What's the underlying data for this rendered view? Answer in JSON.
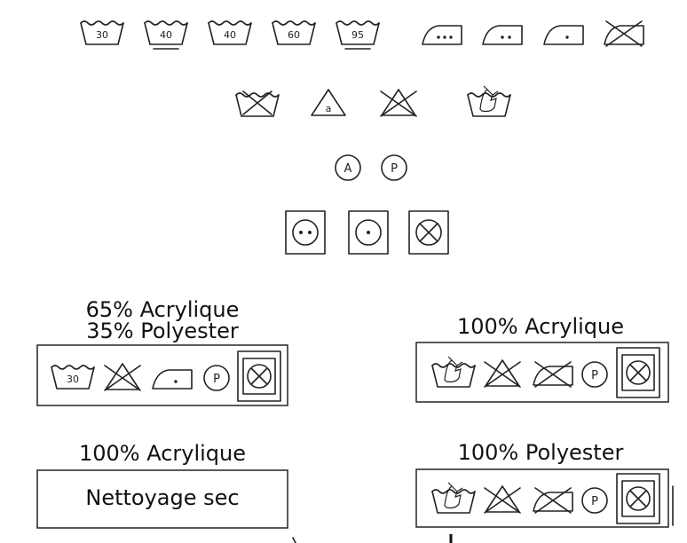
{
  "wash_numbers": [
    "30",
    "40",
    "40",
    "60",
    "95"
  ],
  "bleach_label": "a",
  "dryclean_labels": [
    "A",
    "P"
  ],
  "labels": [
    {
      "title_lines": [
        "65% Acrylique",
        "35% Polyester"
      ],
      "box_numbers": [
        "30"
      ],
      "box_letters": [
        "P"
      ]
    },
    {
      "title_lines": [
        "100% Acrylique"
      ],
      "box_letters": [
        "P"
      ]
    },
    {
      "title_lines": [
        "100% Acrylique"
      ],
      "box_text": "Nettoyage sec"
    },
    {
      "title_lines": [
        "100% Polyester"
      ],
      "box_letters": [
        "P"
      ]
    }
  ]
}
